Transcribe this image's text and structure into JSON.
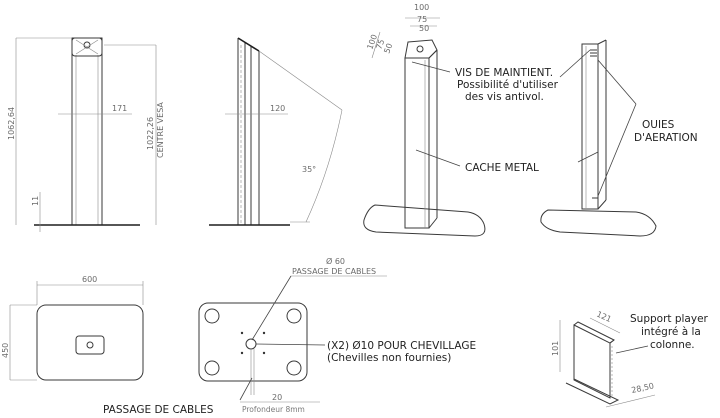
{
  "views": {
    "front": {
      "total_height": "1062,64",
      "vesa_center_height": "1022,26",
      "vesa_center_label": "CENTRE VESA",
      "column_width": "171",
      "base_thickness": "11"
    },
    "side": {
      "column_depth": "120",
      "tilt_angle": "35°"
    },
    "iso_front": {
      "vesa_horizontal": [
        "100",
        "75",
        "50"
      ],
      "vesa_vertical": [
        "100",
        "75",
        "50"
      ],
      "screw_label_line1": "VIS DE MAINTIENT.",
      "screw_label_line2": "Possibilité d'utiliser",
      "screw_label_line3": "des vis antivol.",
      "cover_label": "CACHE METAL"
    },
    "iso_back": {
      "vent_label_line1": "OUIES",
      "vent_label_line2": "D'AERATION"
    },
    "base_top": {
      "width": "600",
      "depth": "450"
    },
    "base_bottom": {
      "cable_hole_dia": "Ø 60",
      "cable_hole_label": "PASSAGE DE CABLES",
      "anchor_line1": "(X2) Ø10 POUR CHEVILLAGE",
      "anchor_line2": "(Chevilles non fournies)",
      "groove_label": "PASSAGE DE CABLES",
      "groove_width": "20",
      "groove_depth": "Profondeur 8mm"
    },
    "player_bracket": {
      "width": "121",
      "height": "101",
      "depth": "28,50",
      "label_line1": "Support player",
      "label_line2": "intégré à la",
      "label_line3": "colonne."
    }
  }
}
